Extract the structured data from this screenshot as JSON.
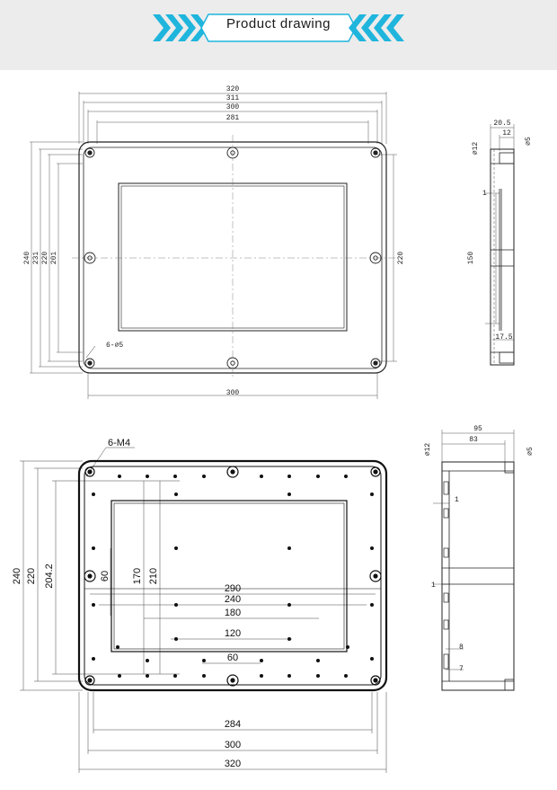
{
  "header": {
    "title": "Product drawing",
    "accent_color": "#1fb5dd"
  },
  "top_front": {
    "widths": [
      "320",
      "311",
      "300",
      "281"
    ],
    "heights_left": [
      "240",
      "231",
      "220",
      "201"
    ],
    "height_right": "220",
    "bottom_width": "300",
    "holes_label": "6-∅5"
  },
  "top_side": {
    "top_dims": [
      "20.5",
      "12"
    ],
    "dia_left": "∅12",
    "dia_right": "∅5",
    "wall": "1",
    "height": "150",
    "bottom": "17.5"
  },
  "bottom_front": {
    "holes_label": "6-M4",
    "heights": [
      "240",
      "220",
      "204.2"
    ],
    "inner_heights": [
      "60",
      "170",
      "210"
    ],
    "inner_widths": [
      "290",
      "240",
      "180",
      "120",
      "60"
    ],
    "bottom_widths": [
      "284",
      "300",
      "320"
    ]
  },
  "bottom_side": {
    "top_dims": [
      "95",
      "83"
    ],
    "dia_left": "∅12",
    "dia_right": "∅5",
    "wall_top": "1",
    "wall_mid": "1",
    "rib1": "8",
    "rib2": "7"
  }
}
